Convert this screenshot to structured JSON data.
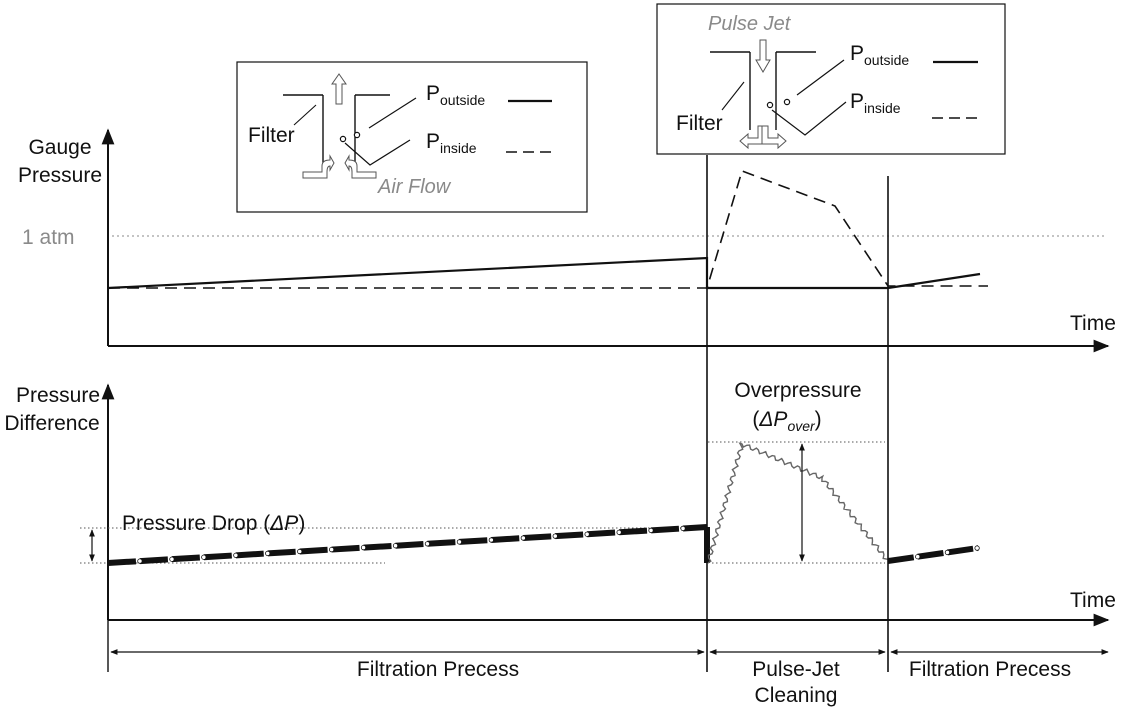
{
  "top_chart": {
    "y_label_line1": "Gauge",
    "y_label_line2": "Pressure",
    "x_label": "Time",
    "atm_label": "1 atm"
  },
  "bottom_chart": {
    "y_label_line1": "Pressure",
    "y_label_line2": "Difference",
    "x_label": "Time",
    "pressure_drop_label": "Pressure Drop (",
    "pressure_drop_symbol": "ΔP",
    "pressure_drop_close": ")",
    "overpressure_label": "Overpressure",
    "overpressure_symbol_open": "(",
    "overpressure_symbol": "ΔP",
    "overpressure_symbol_sub": "over",
    "overpressure_symbol_close": ")"
  },
  "phases": {
    "filtration_1": "Filtration Precess",
    "pulse_jet_line1": "Pulse-Jet",
    "pulse_jet_line2": "Cleaning",
    "filtration_2": "Filtration Precess"
  },
  "inset_filtration": {
    "filter_label": "Filter",
    "air_flow_label": "Air Flow",
    "p_outside_main": "P",
    "p_outside_sub": "outside",
    "p_inside_main": "P",
    "p_inside_sub": "inside"
  },
  "inset_pulse": {
    "filter_label": "Filter",
    "pulse_jet_label": "Pulse Jet",
    "p_outside_main": "P",
    "p_outside_sub": "outside",
    "p_inside_main": "P",
    "p_inside_sub": "inside"
  }
}
